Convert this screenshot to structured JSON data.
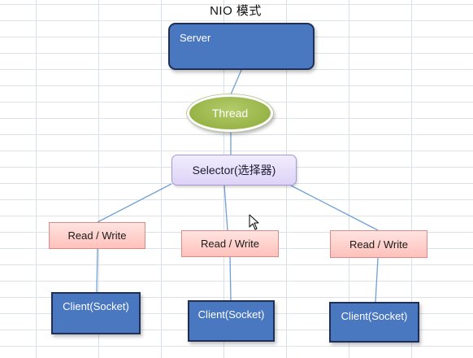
{
  "title": "NIO 模式",
  "nodes": {
    "server": "Server",
    "thread": "Thread",
    "selector": "Selector(选择器)",
    "read_write": [
      "Read / Write",
      "Read / Write",
      "Read / Write"
    ],
    "clients": [
      "Client(Socket)",
      "Client(Socket)",
      "Client(Socket)"
    ]
  },
  "edges": [
    [
      "server",
      "thread"
    ],
    [
      "thread",
      "selector"
    ],
    [
      "selector",
      "read_write_1"
    ],
    [
      "selector",
      "read_write_2"
    ],
    [
      "selector",
      "read_write_3"
    ],
    [
      "read_write_1",
      "client_1"
    ],
    [
      "read_write_2",
      "client_2"
    ],
    [
      "read_write_3",
      "client_3"
    ]
  ],
  "colors": {
    "server_client_fill": "#4a78c0",
    "thread_fill": "#97b447",
    "selector_fill": "#ddd3f6",
    "read_write_fill": "#ffc1bb",
    "connector": "#6f9fd6"
  }
}
